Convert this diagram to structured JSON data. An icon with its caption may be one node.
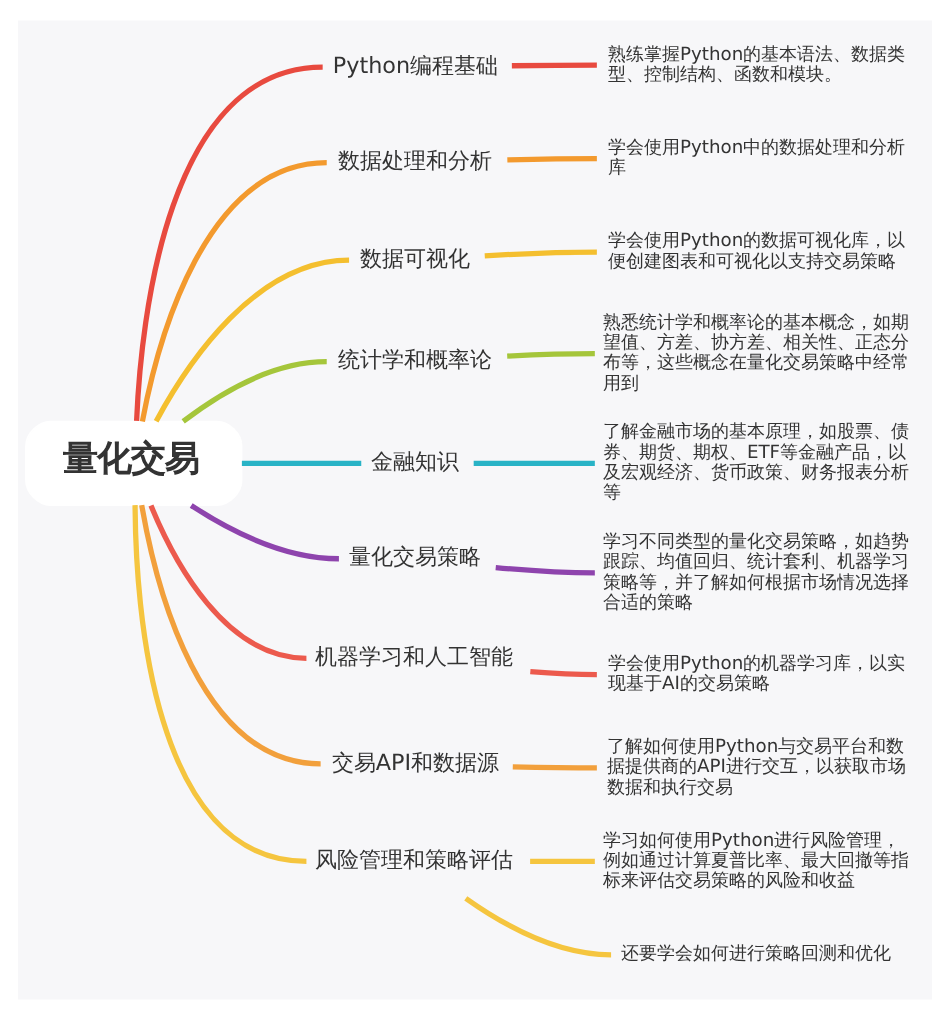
{
  "diagram": {
    "nodes": [
      {
        "text": [
          "量化交易"
        ]
      },
      {
        "text": [
          "Python编程基础"
        ]
      },
      {
        "text": [
          "熟练掌握Python的基本语法、数据类型、控制结构、函数和模块。"
        ]
      },
      {
        "text": [
          "数据处理和分析"
        ]
      },
      {
        "text": [
          "学会使用Python中的数据处理和分析库"
        ]
      },
      {
        "text": [
          "数据可视化"
        ]
      },
      {
        "text": [
          "学会使用Python的数据可视化库，以便创建图表和可视化以支持交易策略"
        ]
      },
      {
        "text": [
          "统计学和概率论"
        ]
      },
      {
        "text": [
          "熟悉统计学和概率论的基本概念，如期望值、方差、协方差、相关性、正态分布等，这些概念在量化交易策略中经常用到"
        ]
      },
      {
        "text": [
          "金融知识"
        ]
      },
      {
        "text": [
          "了解金融市场的基本原理，如股票、债券、期货、期权、ETF等金融产品，以及宏观经济、货币政策、财务报表分析等"
        ]
      },
      {
        "text": [
          "量化交易策略"
        ]
      },
      {
        "text": [
          "学习不同类型的量化交易策略，如趋势跟踪、均值回归、统计套利、机器学习策略等，并了解如何根据市场情况选择合适的策略"
        ]
      },
      {
        "text": [
          "机器学习和人工智能"
        ]
      },
      {
        "text": [
          "学会使用Python的机器学习库，以实现基于AI的交易策略"
        ]
      },
      {
        "text": [
          "交易API和数据源"
        ]
      },
      {
        "text": [
          "了解如何使用Python与交易平台和数据提供商的API进行交互，以获取市场数据和执行交易"
        ]
      },
      {
        "text": [
          "风险管理和策略评估"
        ]
      },
      {
        "text": [
          "学习如何使用Python进行风险管理，例如通过计算夏普比率、最大回撤等指标来评估交易策略的风险和收益"
        ]
      },
      {
        "text": [
          "还要学会如何进行策略回测和优化"
        ]
      }
    ],
    "edges": [
      {
        "from": 0,
        "to": 1,
        "arrow": "none",
        "color": "#e84a3f"
      },
      {
        "from": 1,
        "to": 2,
        "arrow": "none",
        "color": "#e84a3f"
      },
      {
        "from": 0,
        "to": 3,
        "arrow": "none",
        "color": "#f39a2e"
      },
      {
        "from": 3,
        "to": 4,
        "arrow": "none",
        "color": "#f39a2e"
      },
      {
        "from": 0,
        "to": 5,
        "arrow": "none",
        "color": "#f4bf2f"
      },
      {
        "from": 5,
        "to": 6,
        "arrow": "none",
        "color": "#f4bf2f"
      },
      {
        "from": 0,
        "to": 7,
        "arrow": "none",
        "color": "#a5c63b"
      },
      {
        "from": 7,
        "to": 8,
        "arrow": "none",
        "color": "#a5c63b"
      },
      {
        "from": 0,
        "to": 9,
        "arrow": "none",
        "color": "#29b3c6"
      },
      {
        "from": 9,
        "to": 10,
        "arrow": "none",
        "color": "#29b3c6"
      },
      {
        "from": 0,
        "to": 11,
        "arrow": "none",
        "color": "#8e44ad"
      },
      {
        "from": 11,
        "to": 12,
        "arrow": "none",
        "color": "#8e44ad"
      },
      {
        "from": 0,
        "to": 13,
        "arrow": "none",
        "color": "#ec5a4d"
      },
      {
        "from": 13,
        "to": 14,
        "arrow": "none",
        "color": "#ec5a4d"
      },
      {
        "from": 0,
        "to": 15,
        "arrow": "none",
        "color": "#f2a03c"
      },
      {
        "from": 15,
        "to": 16,
        "arrow": "none",
        "color": "#f2a03c"
      },
      {
        "from": 0,
        "to": 17,
        "arrow": "none",
        "color": "#f5c53f"
      },
      {
        "from": 17,
        "to": 18,
        "arrow": "none",
        "color": "#f5c53f"
      },
      {
        "from": 17,
        "to": 19,
        "arrow": "none",
        "color": "#f5c53f"
      }
    ]
  }
}
